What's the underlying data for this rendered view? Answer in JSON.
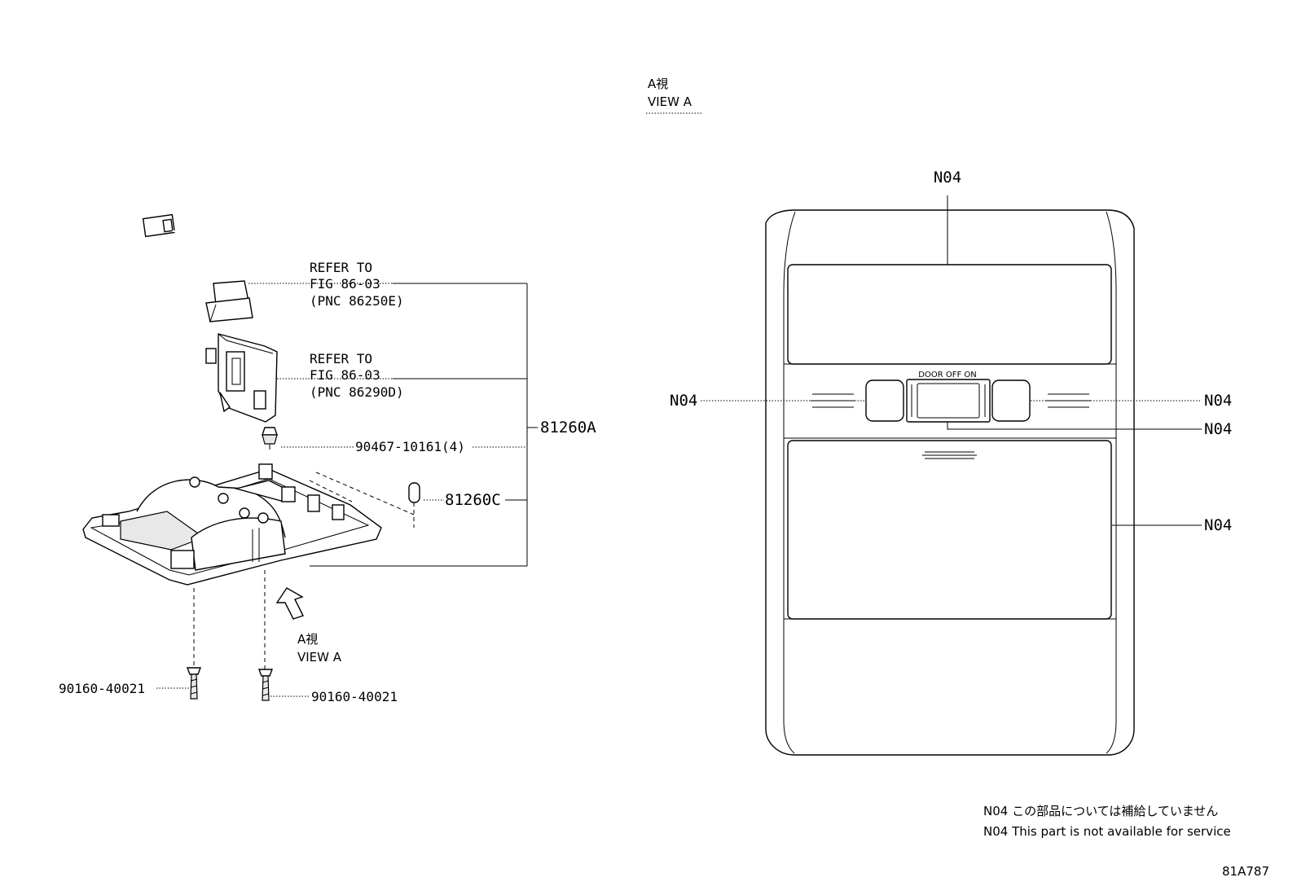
{
  "view_title": {
    "line1": "A視",
    "line2": "VIEW A"
  },
  "view_arrow_label": {
    "line1": "A視",
    "line2": "VIEW A"
  },
  "callouts": {
    "refer1": {
      "line1": "REFER TO",
      "line2": "FIG 86-03",
      "line3": "(PNC 86250E)"
    },
    "refer2": {
      "line1": "REFER TO",
      "line2": "FIG 86-03",
      "line3": "(PNC 86290D)"
    },
    "clip": "90467-10161(4)",
    "assembly": "81260A",
    "bulb": "81260C",
    "screw_left": "90160-40021",
    "screw_right": "90160-40021"
  },
  "view_a_labels": {
    "top": "N04",
    "left": "N04",
    "right_upper": "N04",
    "right_middle": "N04",
    "right_lower": "N04"
  },
  "switch_text": "DOOR OFF ON",
  "notes": {
    "jp": "N04 この部品については補給していません",
    "en": "N04 This part is not available for service"
  },
  "figure_code": "81A787"
}
